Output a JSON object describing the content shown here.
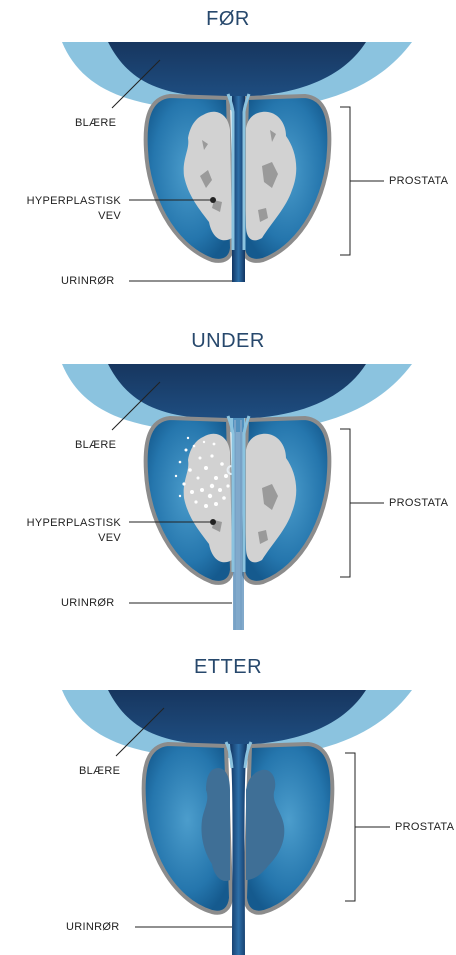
{
  "panels": [
    {
      "title": "FØR",
      "labels": {
        "bladder": "BLÆRE",
        "tissue_line1": "HYPERPLASTISK",
        "tissue_line2": "VEV",
        "urethra": "URINRØR",
        "prostate": "PROSTATA"
      }
    },
    {
      "title": "UNDER",
      "labels": {
        "bladder": "BLÆRE",
        "tissue_line1": "HYPERPLASTISK",
        "tissue_line2": "VEV",
        "urethra": "URINRØR",
        "prostate": "PROSTATA"
      }
    },
    {
      "title": "ETTER",
      "labels": {
        "bladder": "BLÆRE",
        "urethra": "URINRØR",
        "prostate": "PROSTATA"
      }
    }
  ],
  "colors": {
    "bladder_wall": "#8bc3df",
    "bladder_inner": "#1b3f70",
    "prostate_outline": "#8c8c8c",
    "prostate_blue": "#1f6a9e",
    "prostate_light": "#3f8fc2",
    "tissue": "#d2d2d2",
    "tissue_dark": "#9a9a9a",
    "title": "#27486c"
  }
}
